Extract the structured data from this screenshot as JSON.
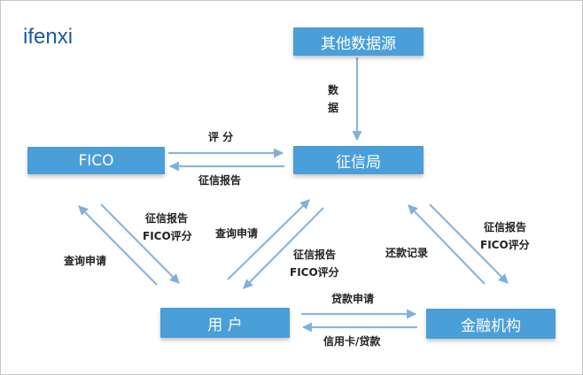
{
  "logo": {
    "text": "ifenxi"
  },
  "nodes": {
    "other_sources": "其他数据源",
    "credit_bureau": "征信局",
    "fico": "FICO",
    "user": "用 户",
    "financial_institution": "金融机构"
  },
  "edges": {
    "data_v1": "数",
    "data_v2": "据",
    "fico_to_bureau_score": "评 分",
    "bureau_to_fico_report": "征信报告",
    "user_to_fico_query": "查询申请",
    "fico_to_user_report_l1": "征信报告",
    "fico_to_user_report_l2": "FICO评分",
    "user_to_bureau_query": "查询申请",
    "bureau_to_user_report_l1": "征信报告",
    "bureau_to_user_report_l2": "FICO评分",
    "fi_to_bureau_repay": "还款记录",
    "bureau_to_fi_report_l1": "征信报告",
    "bureau_to_fi_report_l2": "FICO评分",
    "user_to_fi_apply": "贷款申请",
    "fi_to_user_credit": "信用卡/贷款"
  },
  "colors": {
    "node_fill": "#4a9fd8",
    "arrow": "#8ab6dd",
    "logo": "#1a5aa6"
  }
}
